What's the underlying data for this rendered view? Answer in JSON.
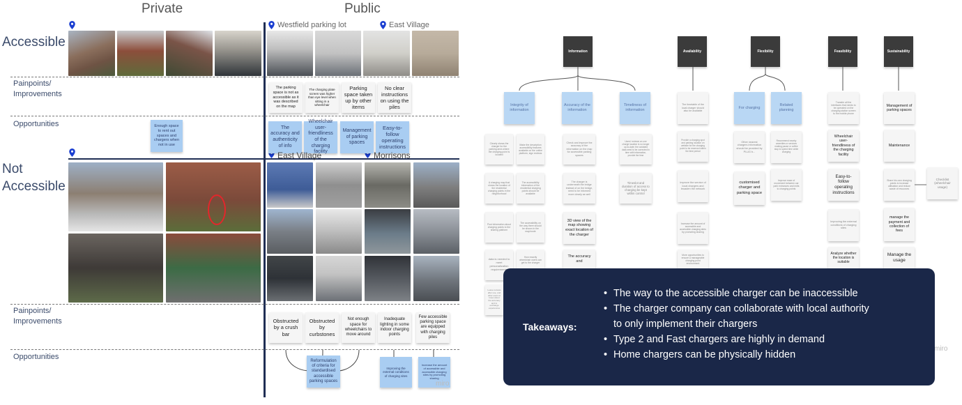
{
  "headers": {
    "private": "Private",
    "public": "Public"
  },
  "rows": {
    "accessible": "Accessible",
    "not_accessible_1": "Not",
    "not_accessible_2": "Accessible",
    "painpoints_1": "Painpoints/",
    "painpoints_2": "Improvements",
    "opportunities": "Opportunities"
  },
  "locations": {
    "westfield": "Westfield parking lot",
    "east_village_top": "East Village",
    "east_village_bottom": "East Village",
    "morrisons": "Morrisons"
  },
  "accessible_pains": [
    "The parking space is not as accessible as it was described on the map",
    "The charging plate screen was higher than eye level when sitting in a wheelchair",
    "Parking space taken up by other items",
    "No clear instructions on using the piles"
  ],
  "accessible_opps_private": "Enough space to rent out spaces and chargers when not in use",
  "accessible_opps_public": [
    "The accuracy and authenticity of info",
    "Wheelchair user-friendliness of the charging facility",
    "Management of parking spaces",
    "Easy-to-follow operating instructions"
  ],
  "not_accessible_pains": [
    "Obstructed by a crush bar",
    "Obstructed by curbstones",
    "Not enough space for wheelchairs to move around",
    "Inadequate lighting in some indoor charging points",
    "Few accessible parking space are equipped with charging piles"
  ],
  "not_accessible_opps": [
    "Reformulation of criteria for standardised accessible parking spaces",
    "Improving the external conditions of charging sites",
    "Increase the amount of accessible and accessible charging sites by promoting sharing"
  ],
  "categories": [
    "Information",
    "Availability",
    "Flexibility",
    "Feasibility",
    "Sustainability"
  ],
  "info_sub": [
    "Integrity of information",
    "Accuracy of the information",
    "Timeliness of information"
  ],
  "info_col1": [
    "Clearly shows the charger for the parking area where the charging point is located",
    "A charging map that shows the location of the residential charging points in the neighborhood",
    "Post information about charging points to the sharing platform",
    "data is needed to meet personalization requirements",
    "Leave reviews after use, and other users to know about the accuracy and to exchange experiences"
  ],
  "info_col2": [
    "Make the description accessibility features available on the online platform, sign reviews",
    "The accessibility information of the residential charging points should be available",
    "The accessibility on the way there should be shown in the map/route",
    "How exactly wheelchair users can get to the charger"
  ],
  "info_col3": [
    "Check and improve the accuracy of the information on the map for accessible parking spaces",
    "The charger is underneath the bridge instead of on the bridge, need to be informed more clearly as well",
    "3D view of the map showing exact location of the charger",
    "The accuracy and"
  ],
  "info_col4": [
    "Users' reviews on one charge location is no longer up-to-date; the outdated data need to be corrected in time with information, provide the time",
    "Timeslot and duration of access to charging be kept within control"
  ],
  "availability_col": [
    "The timetable of the local charger should also be available",
    "Provide a charging spot and parking location on website for the charging point to be reserved within the time period",
    "Improve the service of local chargers and broaden the network",
    "Increase the amount of accessible and accessible charging sites by promoting sharing",
    "More opportunities to ensure a manageable charging point environment"
  ],
  "flex_sub": [
    "For charging",
    "Related planning"
  ],
  "flex_col1": [
    "Other nearest chargers information should be provided by PLUG b...",
    "customised charger and parking space"
  ],
  "flex_col2": [
    "Recommend nearby amenities or services making pause or coffee stop to spend time while charging",
    "Improve ease of movement between car park entrances and exits to charging points"
  ],
  "feas_col": [
    "Transfer all the interfaces that needs to be operated on the charging station screen to the mobile phone",
    "Wheelchair user-friendliness of the charging facility",
    "Easy-to-follow operating instructions",
    "Improving the external conditions of charging sites",
    "Analyze whether the location is suitable"
  ],
  "sust_col": [
    "Management of parking spaces",
    "Maintenance",
    "Share his own charging points to increase utilisation and reduce waste of resources",
    "manage the payment and collection of fees",
    "Manage the usage"
  ],
  "sust_side": "Checklist (wheelchair usage)",
  "takeaways": {
    "title": "Takeaways:",
    "items": [
      "The way to the accessible charger can be inaccessible",
      "The charger company can collaborate with local authority",
      "to only implement their chargers",
      "Type 2 and Fast chargers are highly in demand",
      "Home chargers can be physically hidden"
    ]
  },
  "watermark": "miro",
  "colors": {
    "navy": "#1f2e54",
    "sticky_blue": "#a9cdf2",
    "sticky_dark": "#3b3b3b",
    "takeaway_bg": "#1a2748"
  }
}
